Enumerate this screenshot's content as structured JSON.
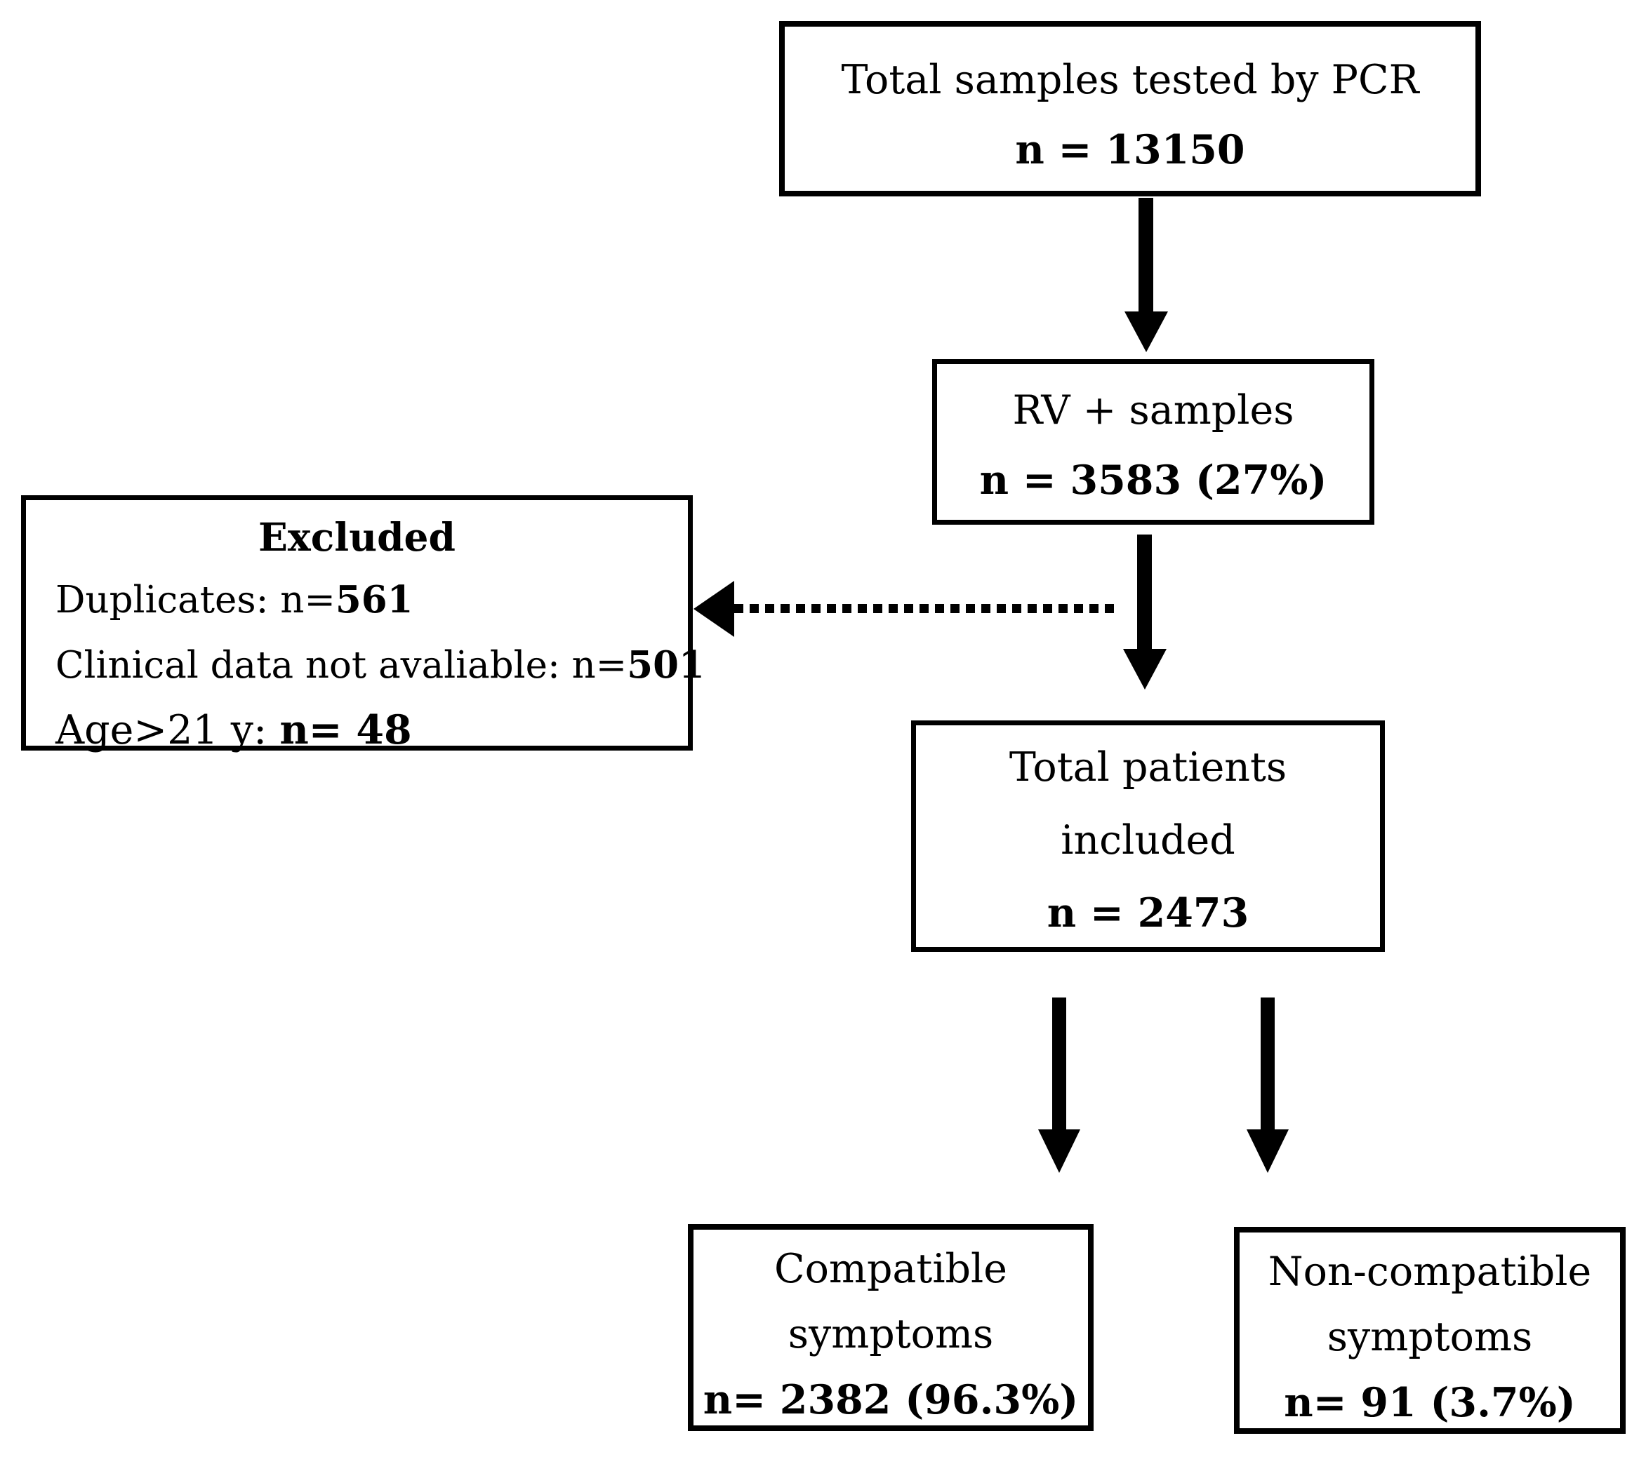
{
  "diagram": {
    "boxes": {
      "total_samples": {
        "label": "Total samples tested by PCR",
        "count": "n = 13150"
      },
      "rv_positive": {
        "label": "RV + samples",
        "count": "n = 3583 (27%)"
      },
      "excluded": {
        "title": "Excluded",
        "items": [
          {
            "label": "Duplicates: n=",
            "value": "561"
          },
          {
            "label": "Clinical data not avaliable: n=",
            "value": "501"
          },
          {
            "label": "Age>21 y: ",
            "value": "n= 48"
          }
        ]
      },
      "total_included": {
        "label_line1": "Total patients",
        "label_line2": "included",
        "count": "n = 2473"
      },
      "compatible": {
        "label_line1": "Compatible",
        "label_line2": "symptoms",
        "count": "n= 2382 (96.3%)"
      },
      "non_compatible": {
        "label_line1": "Non-compatible",
        "label_line2": "symptoms",
        "count": "n= 91 (3.7%)"
      }
    },
    "connectors": [
      {
        "name": "arrow-total-samples-to-rv",
        "type": "solid-down-arrow"
      },
      {
        "name": "arrow-rv-to-total-included",
        "type": "solid-down-arrow"
      },
      {
        "name": "arrow-to-excluded",
        "type": "dashed-left-arrow"
      },
      {
        "name": "arrow-included-to-compatible",
        "type": "solid-down-arrow"
      },
      {
        "name": "arrow-included-to-noncompatible",
        "type": "solid-down-arrow"
      }
    ],
    "colors": {
      "line": "#000000",
      "background": "#ffffff",
      "text": "#000000"
    }
  }
}
